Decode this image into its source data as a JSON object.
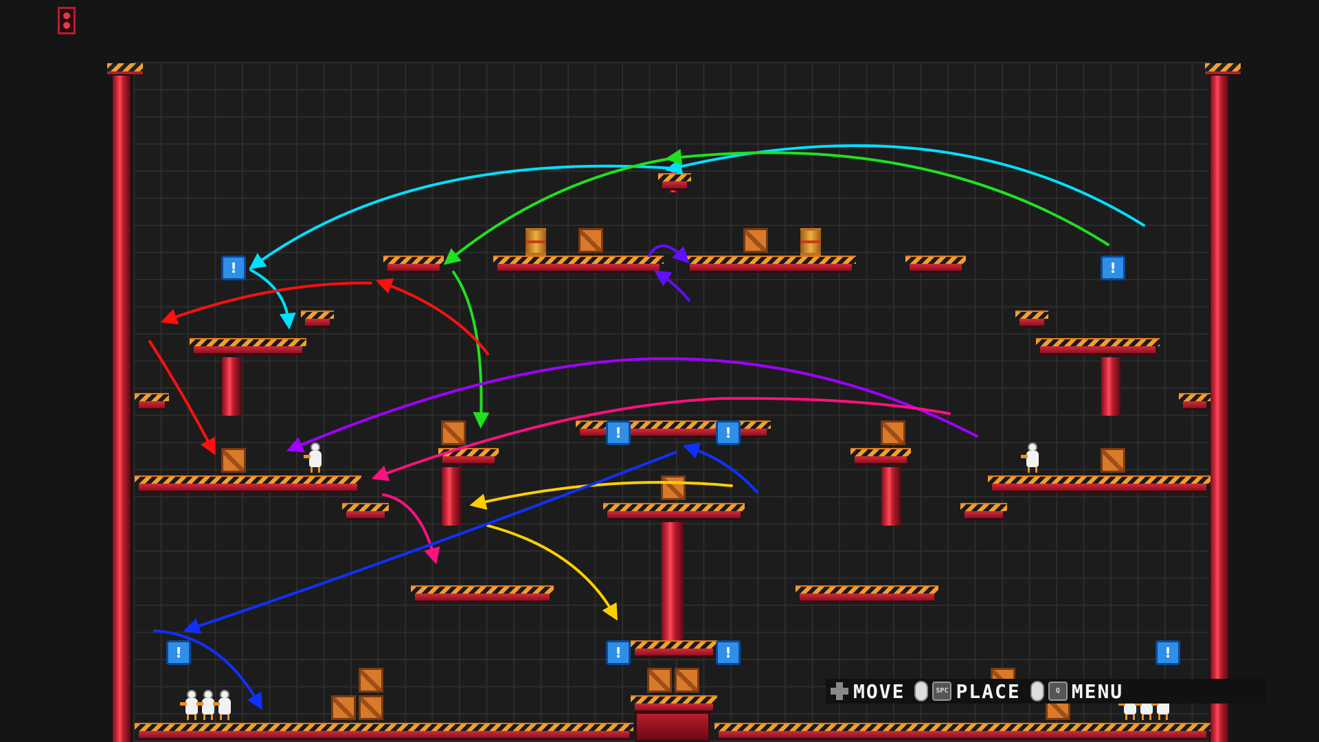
{
  "hud": {
    "menu_glyph": "menu-indicator-icon"
  },
  "controls": {
    "move_label": "MOVE",
    "place_key": "SPC",
    "place_label": "PLACE",
    "menu_key": "Q",
    "menu_label": "MENU"
  },
  "colors": {
    "background": "#151515",
    "grid": "#2c2c2c",
    "girder_red": "#d42a3a",
    "hazard_orange": "#f0a030",
    "crate": "#d87a2a",
    "item_block": "#2f8fe8",
    "arrows": [
      "#00e0ff",
      "#20e020",
      "#ff1010",
      "#a000ff",
      "#ff1080",
      "#ffd000",
      "#1030ff",
      "#6010ff"
    ]
  }
}
